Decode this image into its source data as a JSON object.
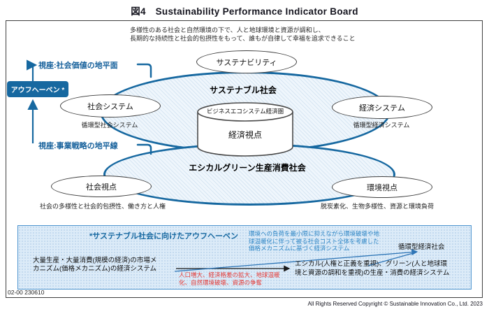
{
  "header": {
    "title": "図4　Sustainability Performance Indicator Board"
  },
  "board": {
    "top_note": [
      "多様性のある社会と自然環境の下で、人と地球環境と資源が調和し、",
      "長期的な持続性と社会的包摂性をもって、誰もが自律して幸福を追求できること"
    ],
    "sustainability_label": "サステナビリティ",
    "upper_society_label": "サステナブル社会",
    "lower_society_label": "エシカルグリーン生産消費社会",
    "social_system": {
      "title": "社会システム",
      "subtitle": "循環型社会システム"
    },
    "economic_system": {
      "title": "経済システム",
      "subtitle": "循環型経済システム"
    },
    "cylinder": {
      "ring_label": "ビジネスエコシステム経済圏",
      "core_label": "経済視点"
    },
    "social_view": {
      "title": "社会視点",
      "subtitle": "社会の多様性と社会的包摂性、働き方と人権"
    },
    "env_view": {
      "title": "環境視点",
      "subtitle": "脱炭素化、生物多様性、資源と環境負荷"
    },
    "aufheben_label": "アウフヘーベン *",
    "viewpoint_upper": "視座:社会価値の地平面",
    "viewpoint_lower": "視座:事業戦略の地平線"
  },
  "legend": {
    "title": "*サステナブル社会に向けたアウフヘーベン",
    "eco_lines": [
      "環境への負荷を最小限に抑えながら環境破壊や地",
      "球温暖化に伴って被る社会コスト全体を考慮した",
      "価格メカニズムに基づく経済システム"
    ],
    "circular_label": "循環型経済社会",
    "mass_lines": [
      "大量生産・大量消費(規模の経済)の市場メ",
      "カニズム(価格メカニズム)の経済システム"
    ],
    "red_lines": [
      "人口増大、経済格差の拡大、地球温暖",
      "化、自然環境破壊、資源の争奪"
    ],
    "ethical_lines": [
      "エシカル(人権と正義を重視)、グリーン(人と地球環",
      "境と資源の調和を重視)の生産・消費の経済システム"
    ]
  },
  "footer": {
    "doc_code": "02-00 230610",
    "copyright": "All Rights Reserved Copyright © Sustainable Innovation Co., Ltd. 2023"
  },
  "colors": {
    "accent_blue": "#1668A0",
    "hatch_fill": "#EAF3FA",
    "legend_fill": "#DCEBF8",
    "legend_border": "#4E95CF",
    "red_text": "#E53935",
    "blue_text": "#2E86C5",
    "arrow_blue": "#2E75B6"
  }
}
